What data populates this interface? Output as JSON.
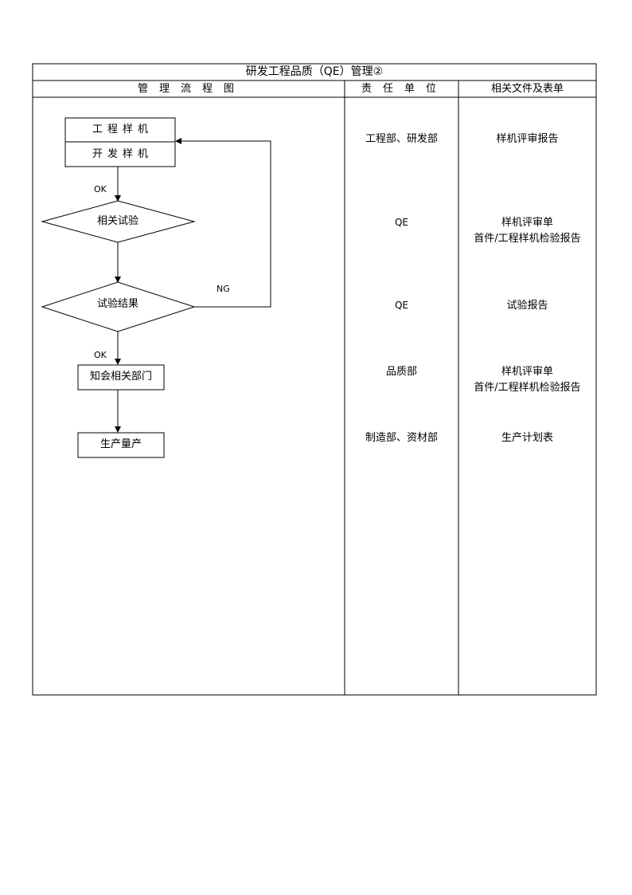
{
  "title": "研发工程品质（QE）管理②",
  "headers": {
    "flow": "管理流程图",
    "responsible": "责任单位",
    "docs": "相关文件及表单"
  },
  "flowchart": {
    "box_top": "工程样机",
    "box_bottom": "开发样机",
    "ok_1": "OK",
    "decision_test": "相关试验",
    "decision_result": "试验结果",
    "ng": "NG",
    "ok_2": "OK",
    "notify": "知会相关部门",
    "mass_production": "生产量产"
  },
  "rows": [
    {
      "responsible": "工程部、研发部",
      "docs": [
        "样机评审报告"
      ]
    },
    {
      "responsible": "QE",
      "docs": [
        "样机评审单",
        "首件/工程样机检验报告"
      ]
    },
    {
      "responsible": "QE",
      "docs": [
        "试验报告"
      ]
    },
    {
      "responsible": "品质部",
      "docs": [
        "样机评审单",
        "首件/工程样机检验报告"
      ]
    },
    {
      "responsible": "制造部、资材部",
      "docs": [
        "生产计划表"
      ]
    }
  ]
}
